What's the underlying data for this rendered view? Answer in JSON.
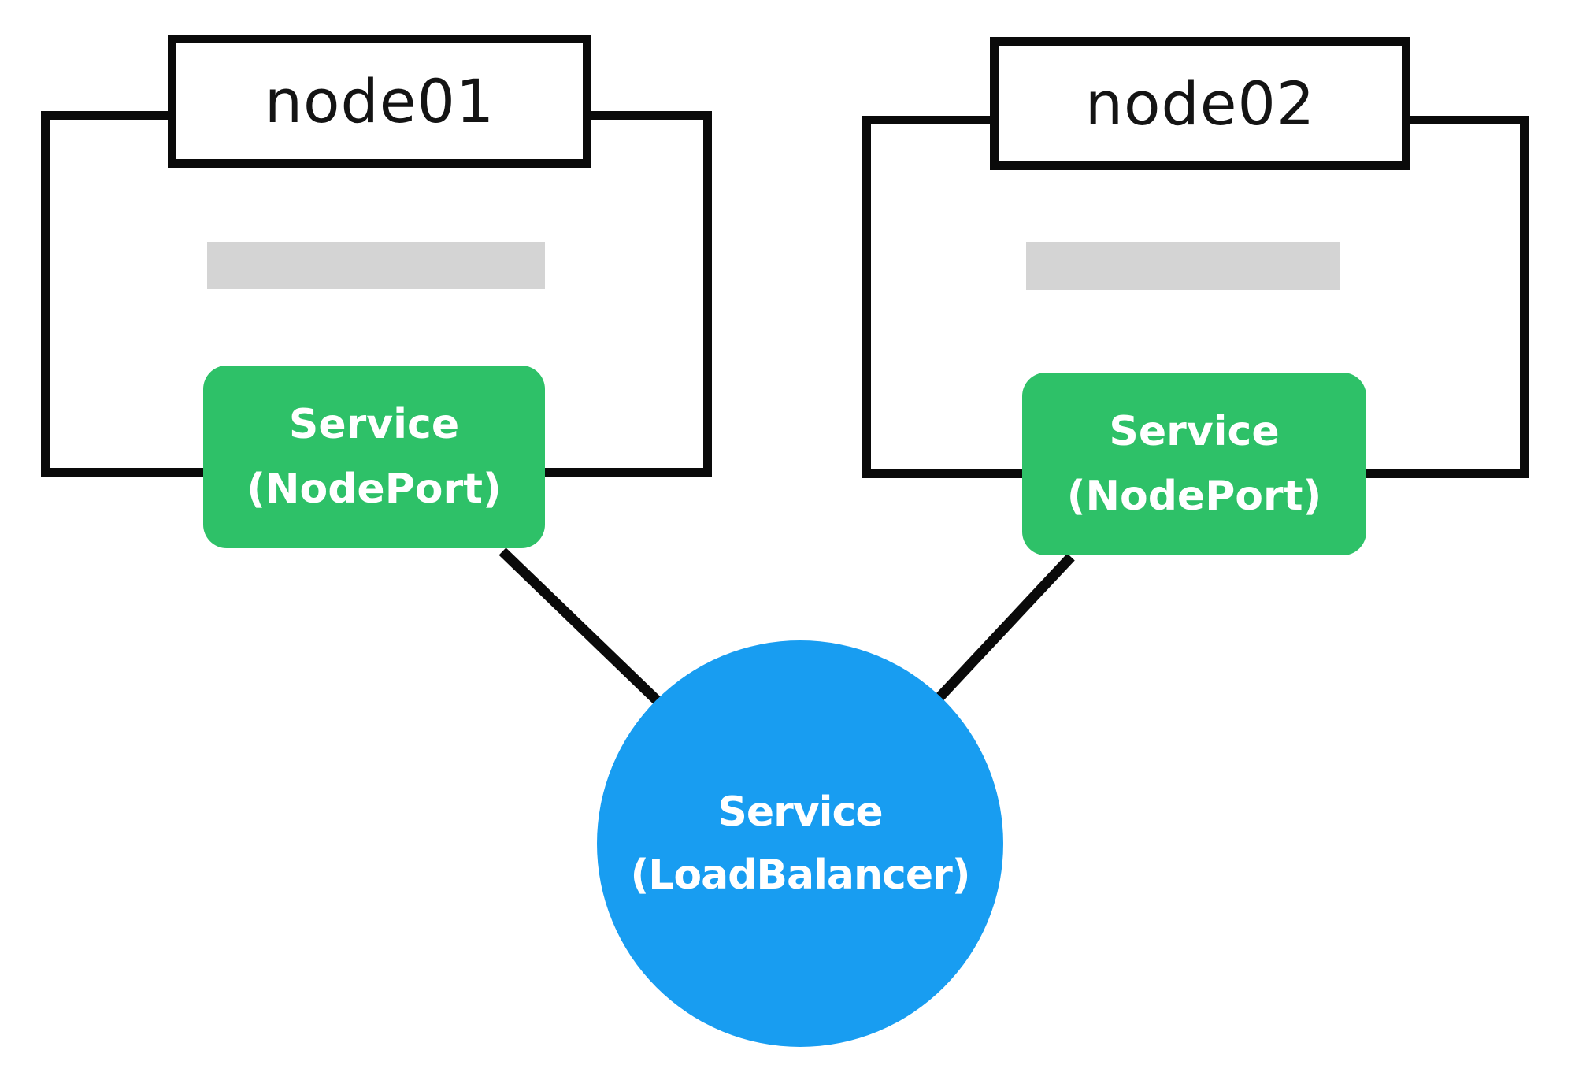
{
  "diagram": {
    "nodes": [
      {
        "label": "node01",
        "service": {
          "line1": "Service",
          "line2": "(NodePort)"
        }
      },
      {
        "label": "node02",
        "service": {
          "line1": "Service",
          "line2": "(NodePort)"
        }
      }
    ],
    "load_balancer": {
      "line1": "Service",
      "line2": "(LoadBalancer)"
    },
    "colors": {
      "service_green": "#2ec168",
      "load_balancer_blue": "#189df1",
      "placeholder_gray": "#d4d4d4",
      "outline_black": "#0a0a0a"
    }
  }
}
